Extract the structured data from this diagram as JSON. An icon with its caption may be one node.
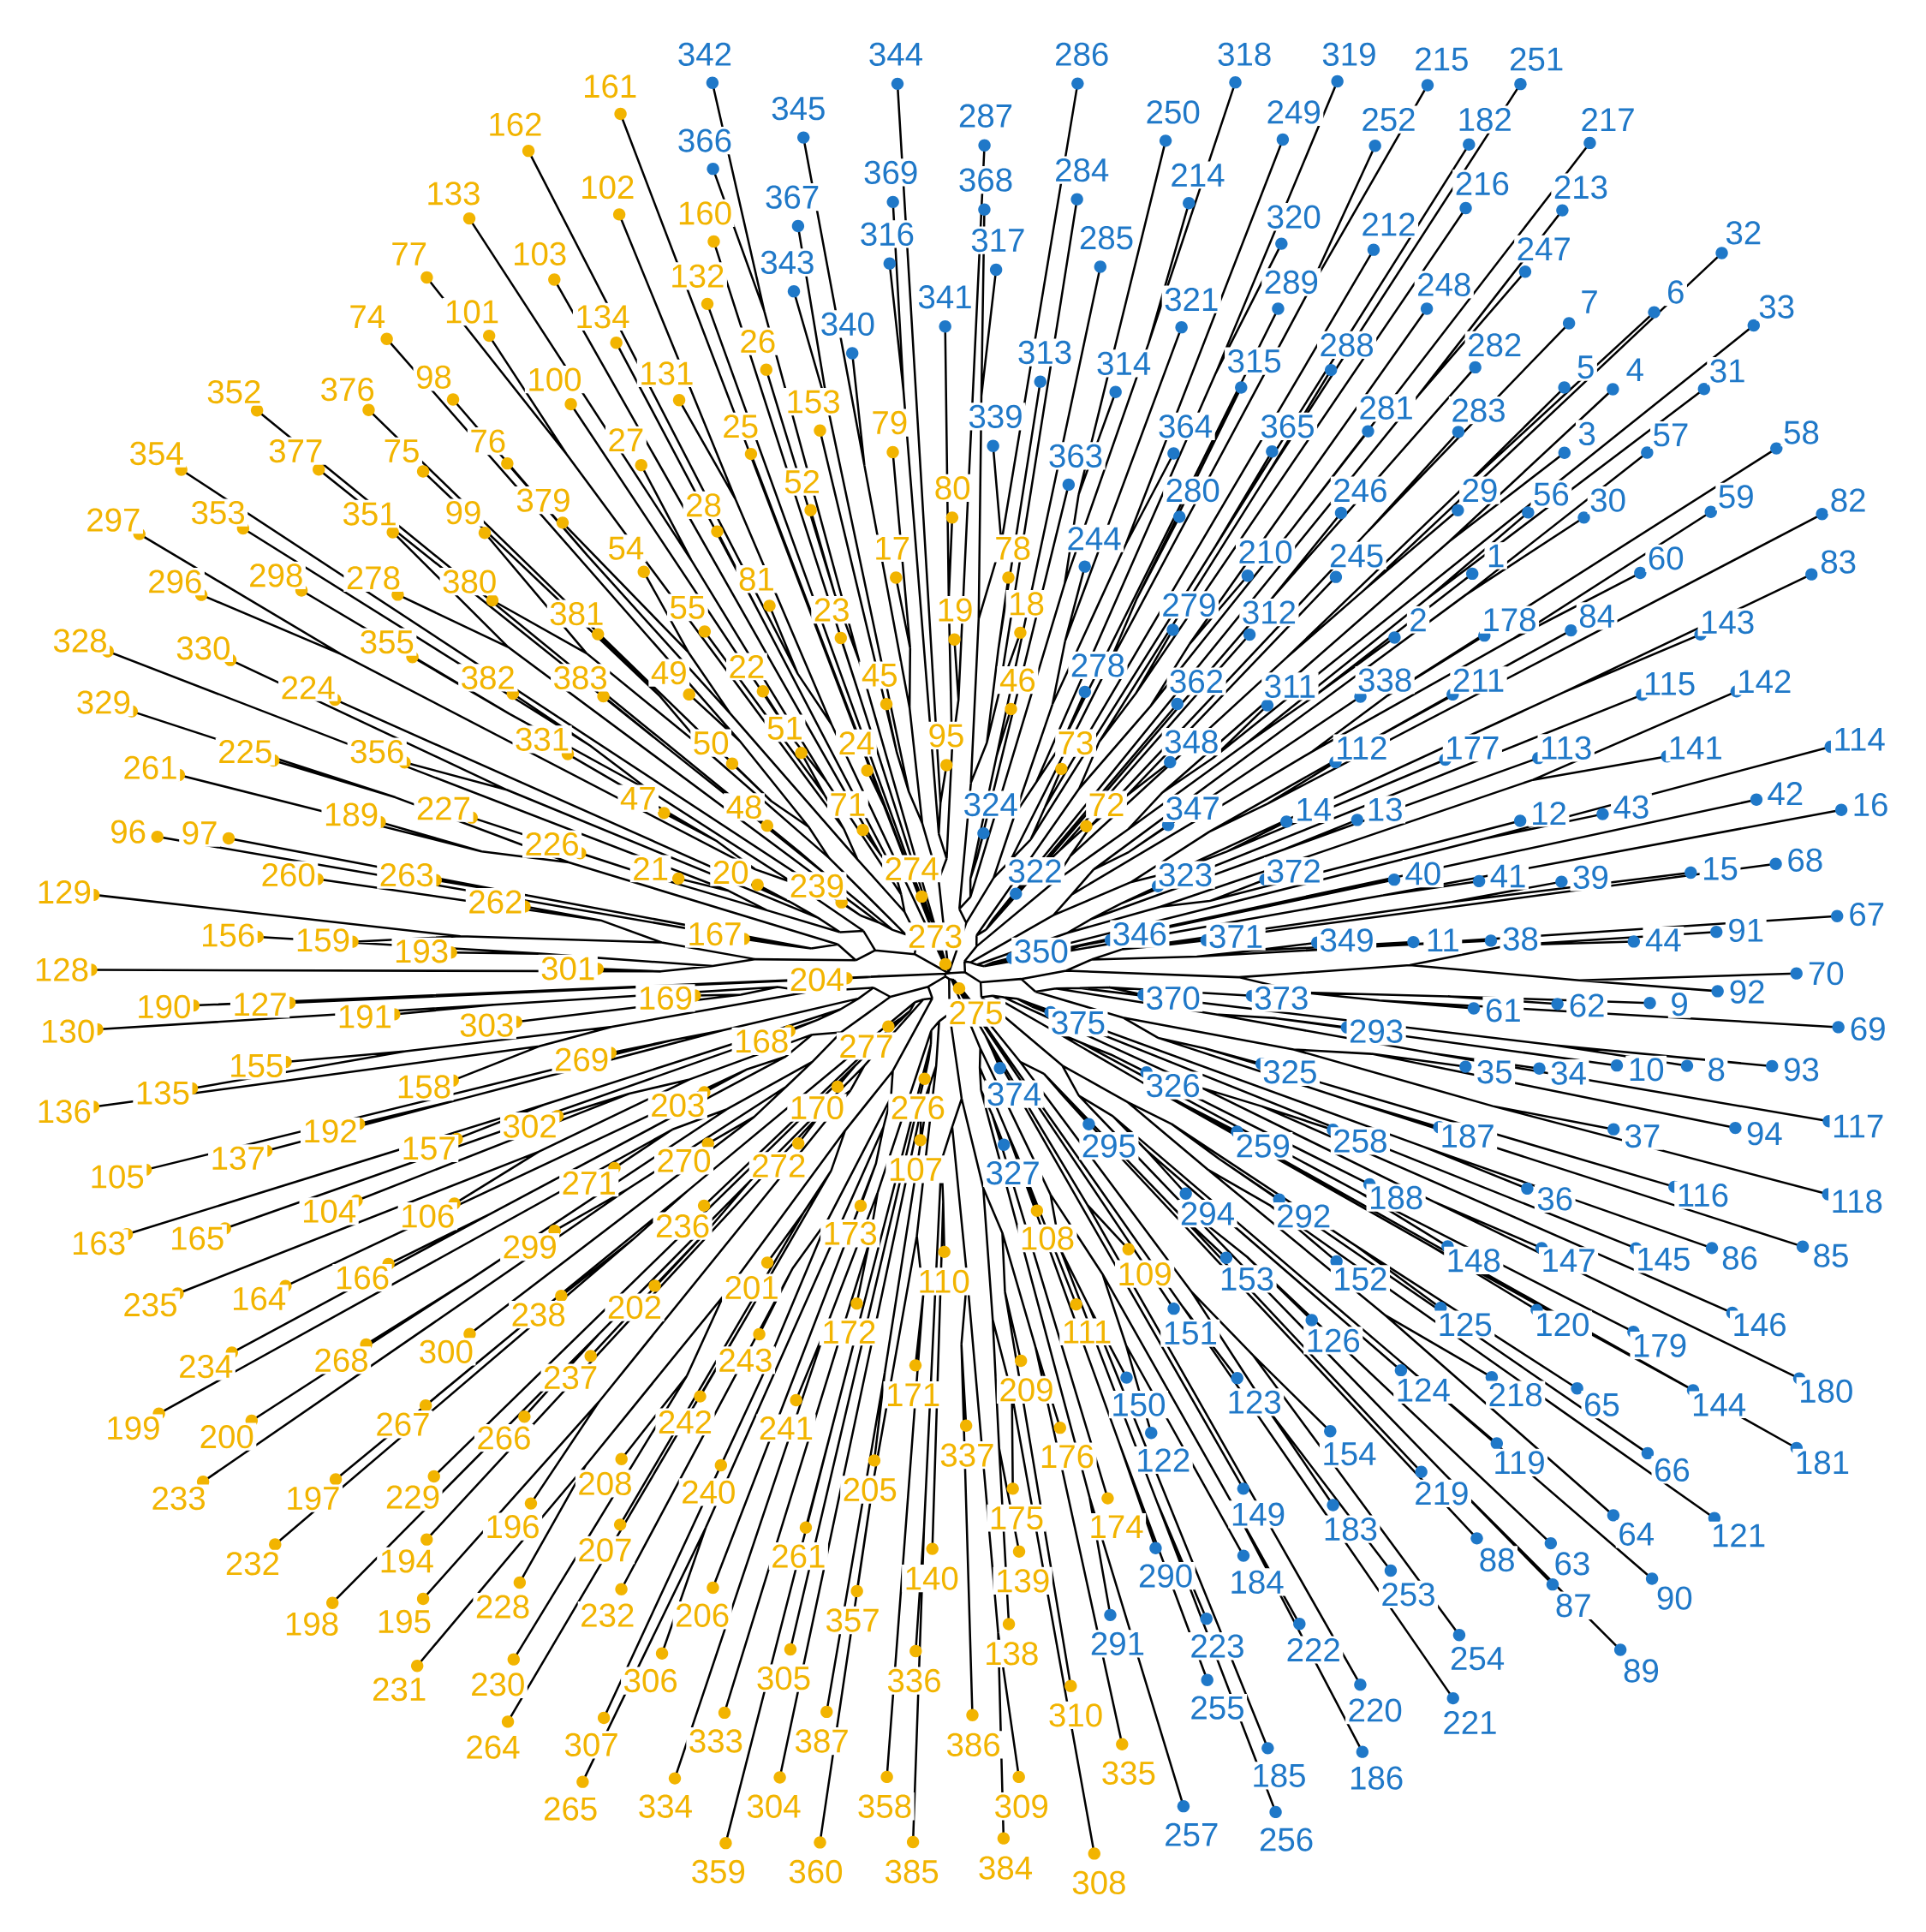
{
  "diagram": {
    "labels": [
      "342",
      "344",
      "286",
      "318",
      "319",
      "215",
      "251",
      "161",
      "162",
      "345",
      "287",
      "250",
      "249",
      "252",
      "182",
      "217",
      "366",
      "133",
      "102",
      "367",
      "369",
      "368",
      "284",
      "214",
      "216",
      "213",
      "160",
      "320",
      "212",
      "285",
      "77",
      "103",
      "316",
      "317",
      "343",
      "132",
      "289",
      "247",
      "248",
      "32",
      "6",
      "7",
      "33",
      "74",
      "101",
      "134",
      "341",
      "340",
      "321",
      "26",
      "313",
      "314",
      "315",
      "288",
      "282",
      "5",
      "4",
      "31",
      "352",
      "376",
      "98",
      "100",
      "131",
      "153",
      "281",
      "283",
      "25",
      "79",
      "339",
      "364",
      "365",
      "3",
      "57",
      "58",
      "354",
      "377",
      "75",
      "76",
      "27",
      "363",
      "297",
      "353",
      "351",
      "99",
      "379",
      "28",
      "52",
      "80",
      "280",
      "246",
      "29",
      "56",
      "30",
      "59",
      "82",
      "54",
      "17",
      "78",
      "244",
      "210",
      "245",
      "1",
      "60",
      "83",
      "296",
      "298",
      "278",
      "380",
      "81",
      "381",
      "55",
      "23",
      "19",
      "18",
      "279",
      "312",
      "2",
      "178",
      "84",
      "143",
      "328",
      "330",
      "355",
      "382",
      "383",
      "49",
      "22",
      "45",
      "46",
      "278",
      "362",
      "311",
      "338",
      "211",
      "115",
      "142",
      "329",
      "224",
      "356",
      "331",
      "50",
      "51",
      "24",
      "95",
      "73",
      "348",
      "112",
      "177",
      "113",
      "141",
      "114",
      "261",
      "225",
      "189",
      "227",
      "47",
      "48",
      "71",
      "324",
      "72",
      "347",
      "14",
      "13",
      "12",
      "43",
      "42",
      "16",
      "96",
      "97",
      "260",
      "263",
      "226",
      "21",
      "20",
      "239",
      "274",
      "322",
      "323",
      "372",
      "40",
      "41",
      "39",
      "15",
      "68",
      "129",
      "156",
      "159",
      "262",
      "167",
      "273",
      "350",
      "346",
      "371",
      "349",
      "11",
      "38",
      "44",
      "91",
      "67",
      "128",
      "193",
      "301",
      "204",
      "370",
      "373",
      "92",
      "70",
      "130",
      "190",
      "127",
      "191",
      "303",
      "169",
      "275",
      "375",
      "293",
      "61",
      "62",
      "9",
      "69",
      "155",
      "269",
      "168",
      "277",
      "374",
      "326",
      "325",
      "35",
      "34",
      "10",
      "8",
      "93",
      "136",
      "135",
      "192",
      "158",
      "302",
      "203",
      "170",
      "276",
      "295",
      "259",
      "258",
      "187",
      "37",
      "94",
      "117",
      "105",
      "137",
      "104",
      "106",
      "157",
      "271",
      "270",
      "272",
      "107",
      "327",
      "294",
      "292",
      "188",
      "36",
      "116",
      "118",
      "163",
      "165",
      "299",
      "236",
      "173",
      "108",
      "153",
      "152",
      "148",
      "147",
      "145",
      "86",
      "85",
      "235",
      "164",
      "166",
      "238",
      "202",
      "201",
      "110",
      "109",
      "234",
      "268",
      "300",
      "237",
      "243",
      "172",
      "111",
      "151",
      "126",
      "125",
      "120",
      "179",
      "146",
      "171",
      "209",
      "150",
      "123",
      "124",
      "218",
      "65",
      "144",
      "180",
      "199",
      "200",
      "267",
      "266",
      "242",
      "241",
      "337",
      "176",
      "122",
      "154",
      "119",
      "66",
      "181",
      "233",
      "197",
      "229",
      "196",
      "208",
      "240",
      "205",
      "175",
      "174",
      "149",
      "183",
      "219",
      "64",
      "121",
      "232",
      "194",
      "207",
      "261",
      "140",
      "139",
      "290",
      "184",
      "88",
      "63",
      "198",
      "195",
      "228",
      "232",
      "206",
      "357",
      "253",
      "87",
      "90",
      "231",
      "230",
      "306",
      "305",
      "336",
      "138",
      "291",
      "223",
      "222",
      "254",
      "89",
      "310",
      "255",
      "220",
      "221",
      "264",
      "307",
      "333",
      "387",
      "386",
      "335",
      "185",
      "186",
      "265",
      "334",
      "304",
      "358",
      "309",
      "257",
      "256",
      "359",
      "360",
      "385",
      "384",
      "308"
    ]
  }
}
